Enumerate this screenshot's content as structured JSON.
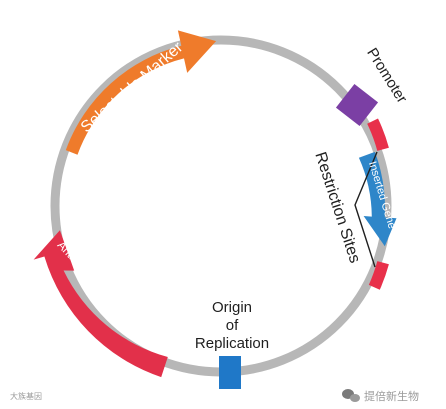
{
  "diagram": {
    "colors": {
      "backbone": "#b7b7b7",
      "selectable_marker": "#ef7b2b",
      "promoter": "#7b3fa4",
      "restriction_site": "#e8304a",
      "inserted_gene": "#2e86c9",
      "antibiotic_resistance": "#e2304a",
      "origin": "#1f78c8"
    },
    "labels": {
      "selectable_marker": "Selectable Marker",
      "promoter": "Promoter",
      "restriction_sites": "Restriction Sites",
      "inserted_gene": "Inserted Gene",
      "antibiotic_resistance": "Antibiotic Resistance Gene",
      "origin_line1": "Origin",
      "origin_line2": "of",
      "origin_line3": "Replication"
    },
    "watermarks": {
      "bottom_left": "大族基因",
      "bottom_right": "提倍新生物"
    }
  }
}
